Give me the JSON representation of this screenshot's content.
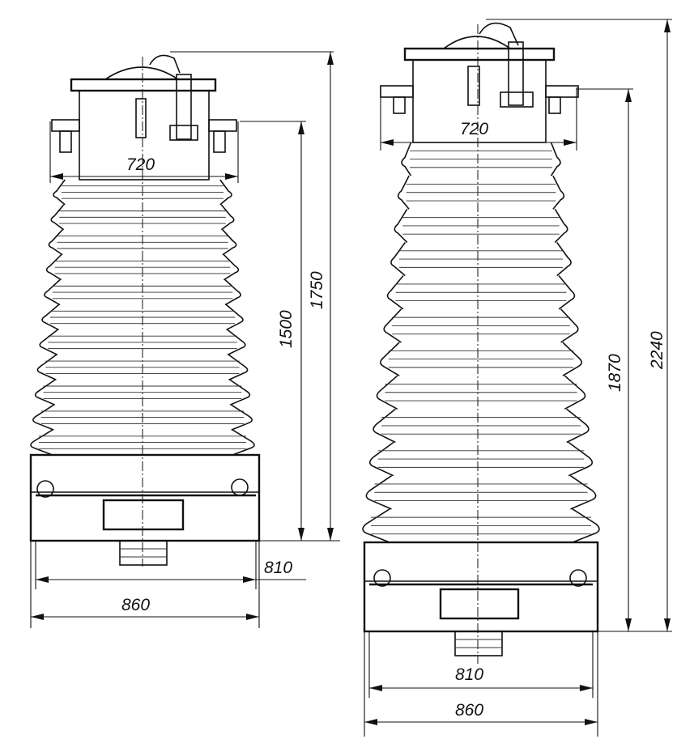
{
  "left_unit": {
    "width_top": "720",
    "width_inner_base": "810",
    "width_outer_base": "860",
    "height_insulator": "1500",
    "height_total": "1750"
  },
  "right_unit": {
    "width_top": "720",
    "width_inner_base": "810",
    "width_outer_base": "860",
    "height_insulator": "1870",
    "height_total": "2240"
  }
}
